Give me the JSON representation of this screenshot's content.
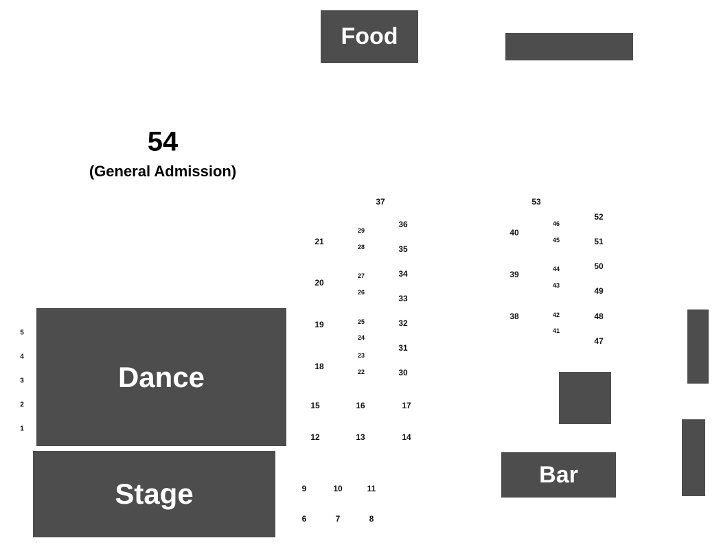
{
  "areas": {
    "food": "Food",
    "dance": "Dance",
    "stage": "Stage",
    "bar": "Bar"
  },
  "general_admission": {
    "number": "54",
    "label": "(General Admission)"
  },
  "seats": {
    "s1": "1",
    "s2": "2",
    "s3": "3",
    "s4": "4",
    "s5": "5",
    "s6": "6",
    "s7": "7",
    "s8": "8",
    "s9": "9",
    "s10": "10",
    "s11": "11",
    "s12": "12",
    "s13": "13",
    "s14": "14",
    "s15": "15",
    "s16": "16",
    "s17": "17",
    "s18": "18",
    "s19": "19",
    "s20": "20",
    "s21": "21",
    "s22": "22",
    "s23": "23",
    "s24": "24",
    "s25": "25",
    "s26": "26",
    "s27": "27",
    "s28": "28",
    "s29": "29",
    "s30": "30",
    "s31": "31",
    "s32": "32",
    "s33": "33",
    "s34": "34",
    "s35": "35",
    "s36": "36",
    "s37": "37",
    "s38": "38",
    "s39": "39",
    "s40": "40",
    "s41": "41",
    "s42": "42",
    "s43": "43",
    "s44": "44",
    "s45": "45",
    "s46": "46",
    "s47": "47",
    "s48": "48",
    "s49": "49",
    "s50": "50",
    "s51": "51",
    "s52": "52",
    "s53": "53"
  },
  "colors": {
    "block": "#4d4d4d",
    "block_text": "#ffffff",
    "seat_text": "#111111",
    "background": "#ffffff"
  }
}
